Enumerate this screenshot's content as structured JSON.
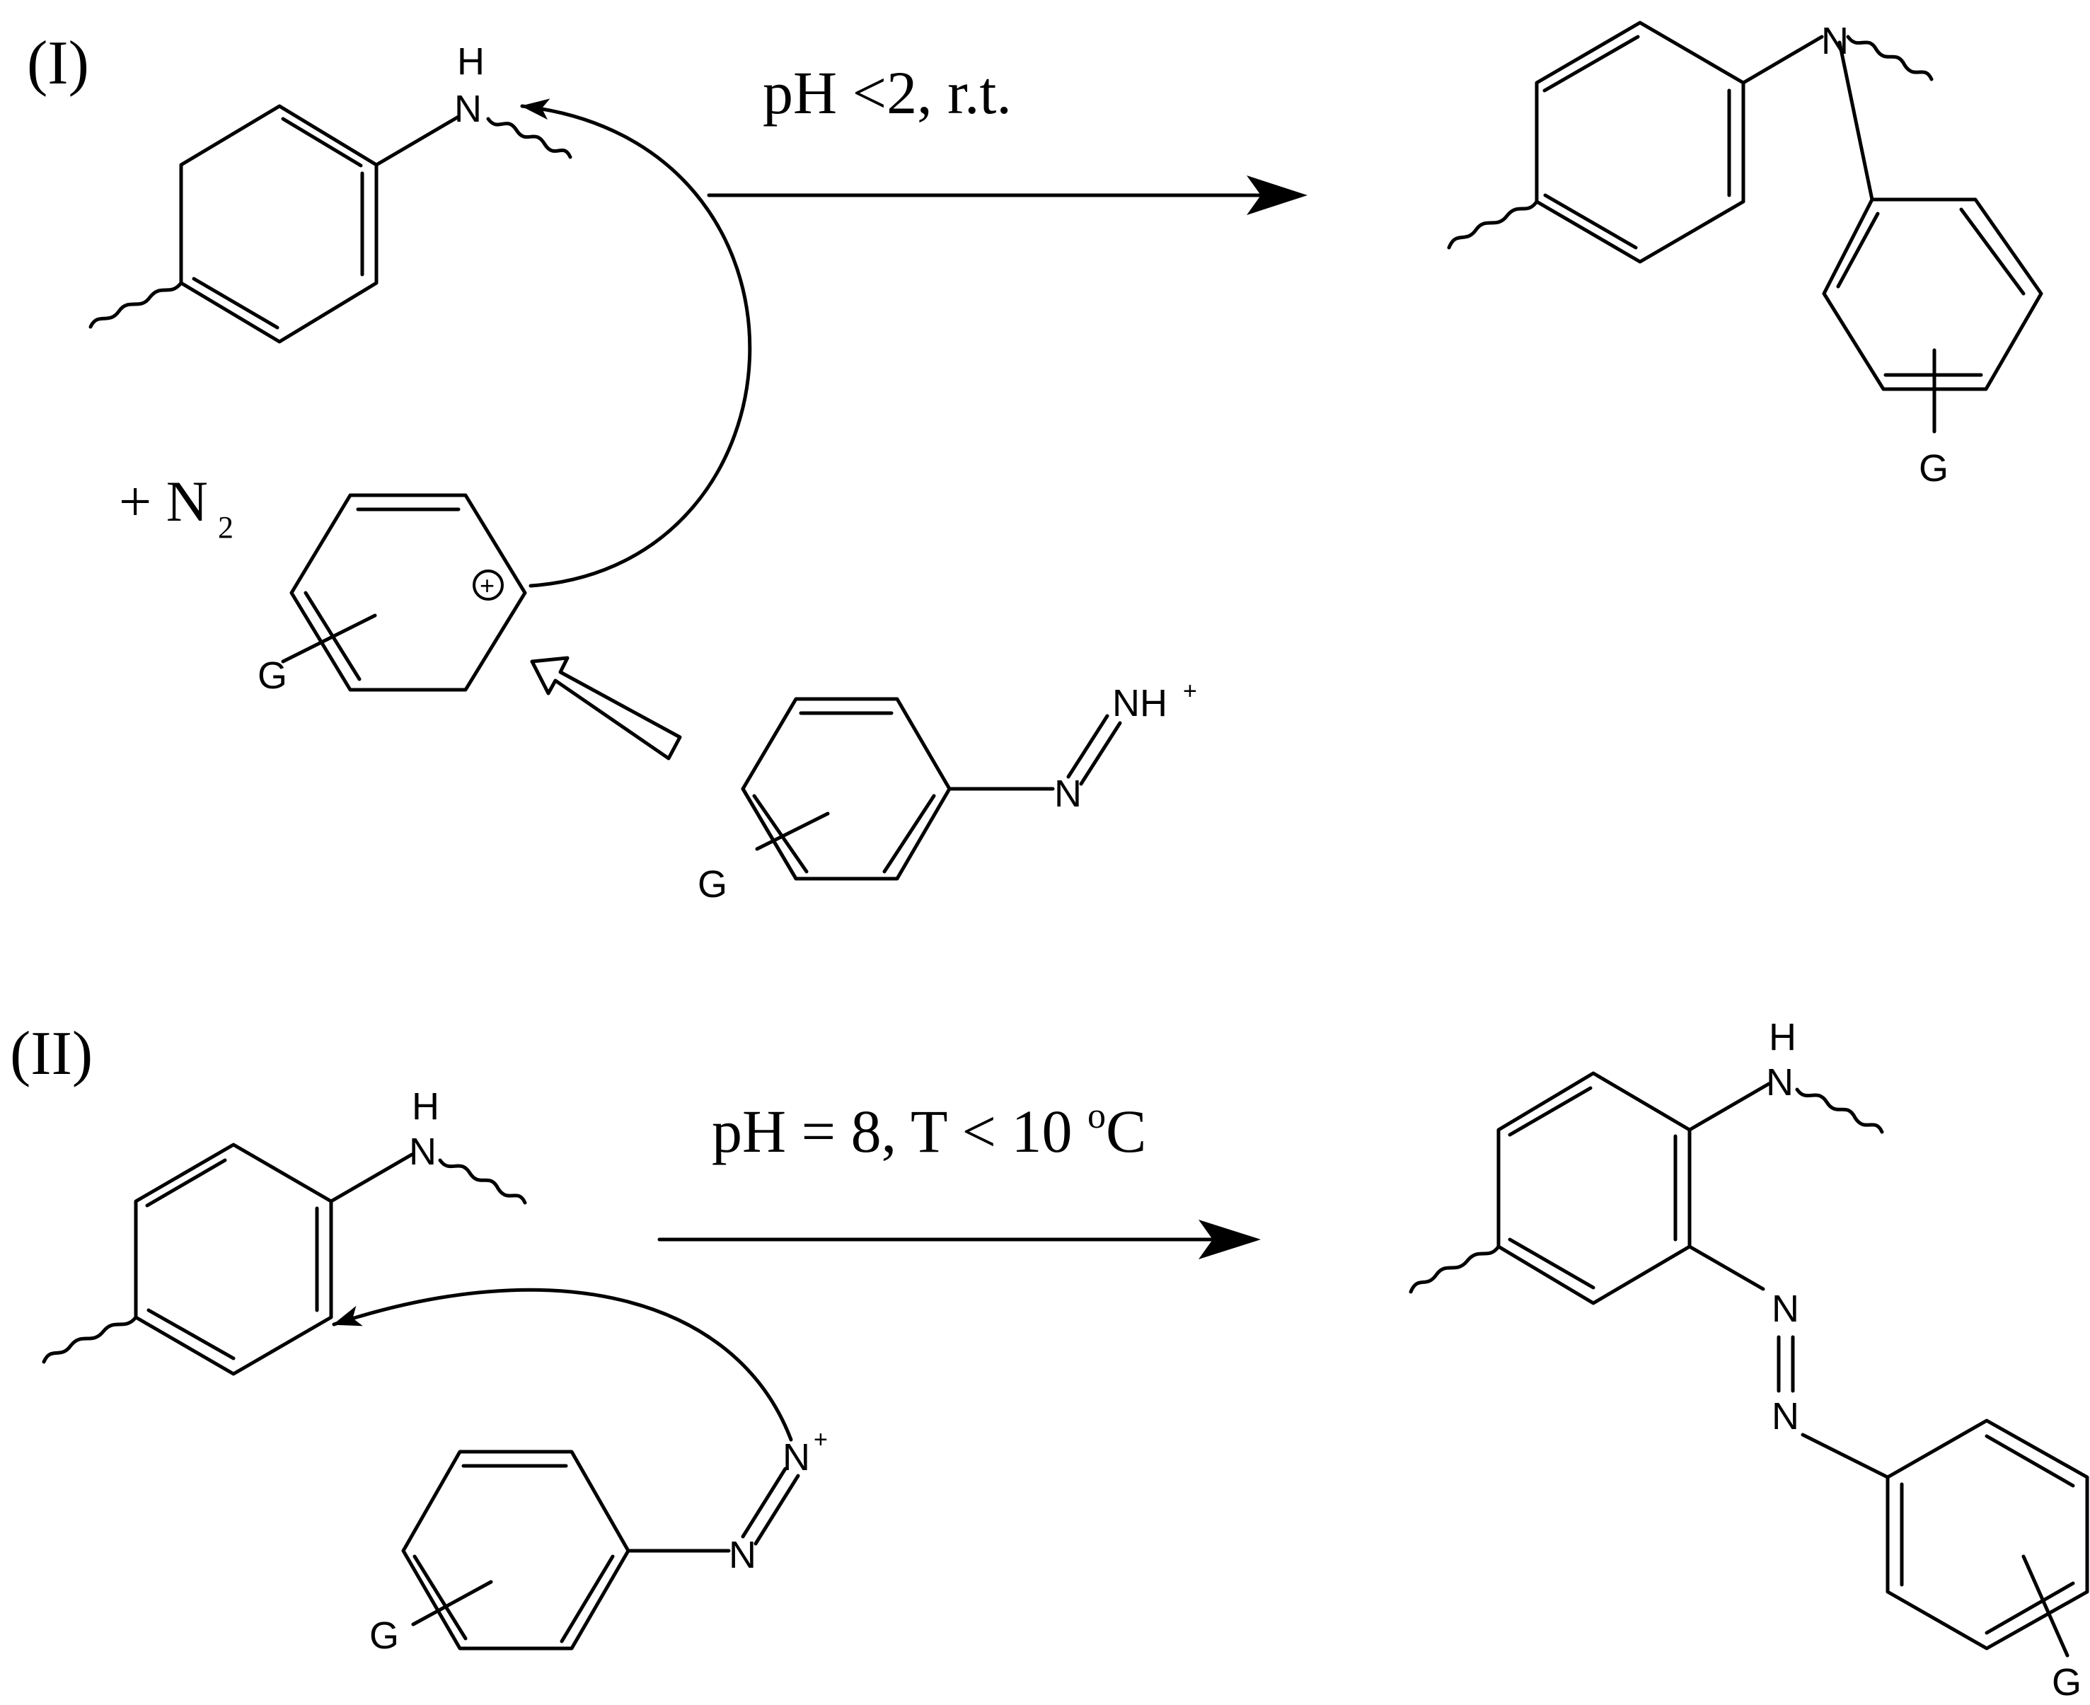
{
  "part1": {
    "label": "(I)",
    "condition": "pH <2,  r.t.",
    "byproduct": "+ N",
    "byproduct_sub": "2",
    "amine_h": "H",
    "amine_n": "N",
    "product_n": "N",
    "product_g": "G",
    "cation_charge": "+",
    "cation_g": "G",
    "diazene_n1": "NH",
    "diazene_charge": "+",
    "diazene_n2": "N",
    "diazene_g": "G"
  },
  "part2": {
    "label": "(II)",
    "condition_main": "pH = 8, T < 10 ",
    "condition_sup": "o",
    "condition_end": "C",
    "amine_h": "H",
    "amine_n": "N",
    "diazonium_n1": "N",
    "diazonium_charge": "+",
    "diazonium_n2": "N",
    "diazonium_g": "G",
    "product_h": "H",
    "product_n_amine": "N",
    "product_n_azo1": "N",
    "product_n_azo2": "N",
    "product_g": "G"
  }
}
